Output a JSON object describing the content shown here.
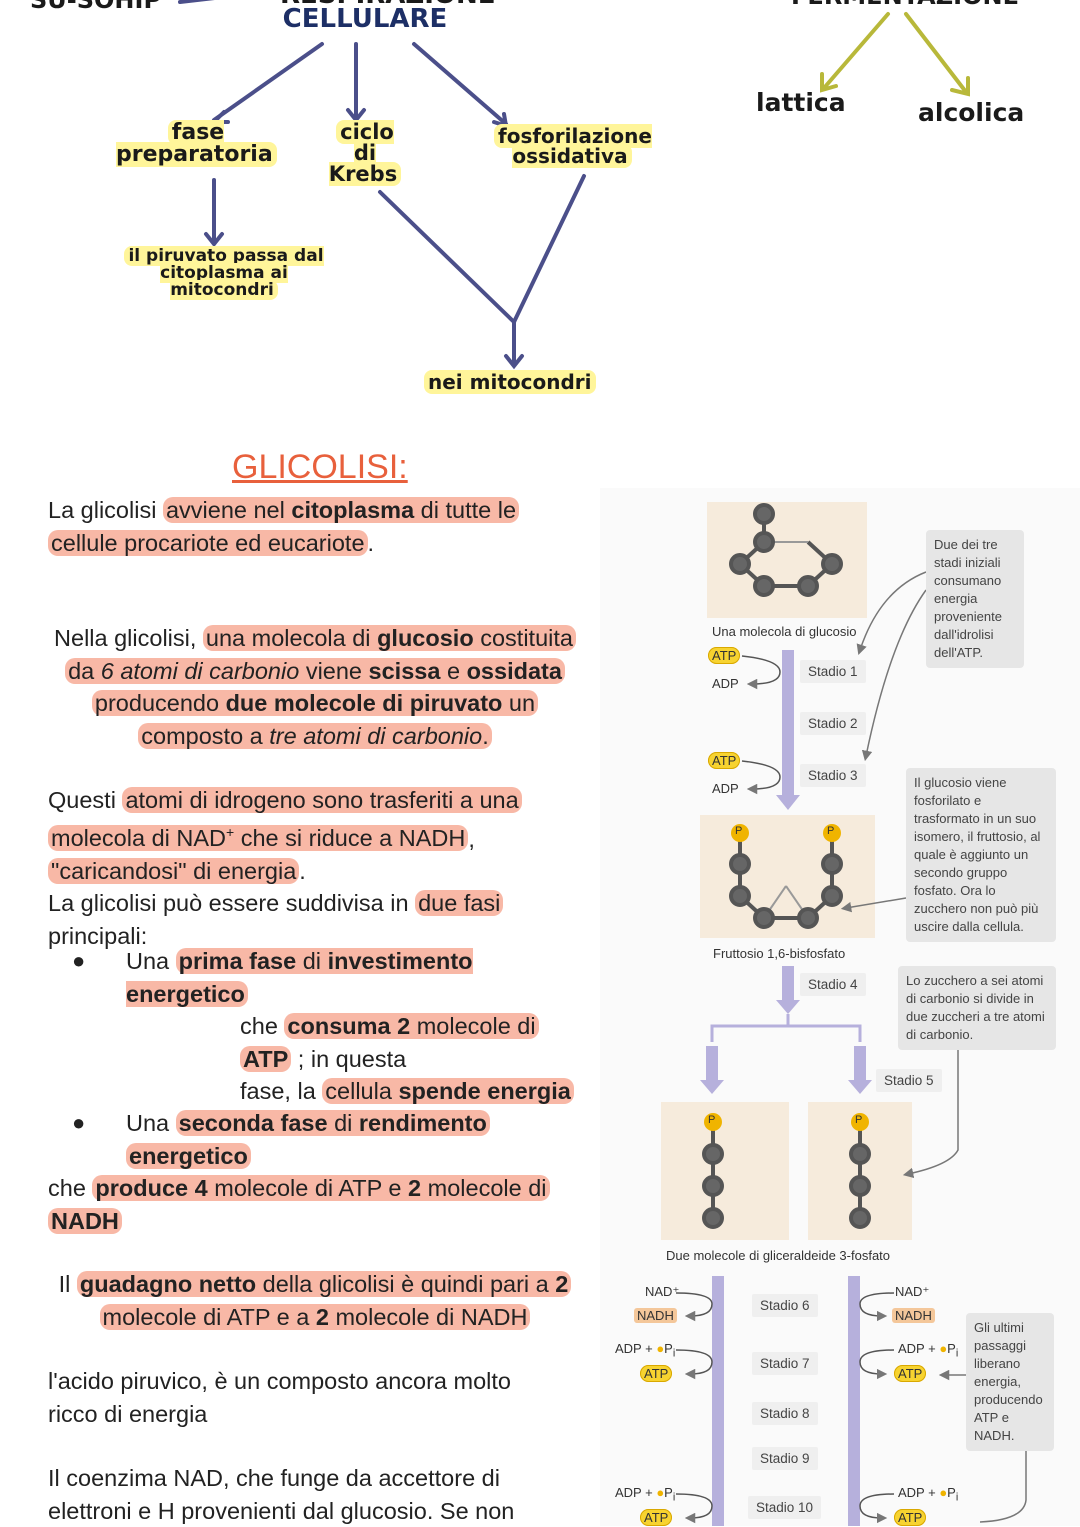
{
  "concept_map": {
    "top_left_cut": "SU-SOHIP",
    "top_center_cut": "RESPIRAZIONE",
    "cellulare": "CELLULARE",
    "top_right_cut": "FERMENTAZIONE",
    "lattica": "lattica",
    "alcolica": "alcolica",
    "fase_preparatoria": "fase preparatoria",
    "ciclo_krebs": "ciclo di Krebs",
    "fosforilazione": "fosforilazione ossidativa",
    "piruvato": "il piruvato passa dal citoplasma ai mitocondri",
    "nei_mitocondri": "nei mitocondri"
  },
  "notes": {
    "title": "GLICOLISI:",
    "p1": [
      "La glicolisi ",
      "avviene nel ",
      "citoplasma",
      " di tutte le",
      "cellule procariote ed eucariote",
      "."
    ],
    "p2": {
      "a": "Nella glicolisi, ",
      "b": "una molecola di ",
      "c": "glucosio",
      "d": " costituita",
      "e": "da ",
      "f": "6 atomi di carbonio",
      "g": " viene ",
      "h": "scissa",
      "i": " e ",
      "j": "ossidata",
      "k": "producendo ",
      "l": "due molecole di piruvato",
      "m": " un",
      "n": "composto a ",
      "o": "tre atomi di carbonio",
      "p": "."
    },
    "p3": {
      "a": "Questi ",
      "b": "atomi di idrogeno sono trasferiti a una",
      "c": "molecola di NAD",
      "sup": "+",
      "d": " che si riduce a NADH",
      "e": ",",
      "f": "\"caricandosi\" di energia",
      "g": ".",
      "h": "La glicolisi può essere suddivisa in ",
      "i": "due fasi",
      "j": "principali:"
    },
    "b1": {
      "a": "Una ",
      "b": "prima fase",
      "c": " di ",
      "d": "investimento energetico",
      "e": "che ",
      "f": "consuma 2",
      "g": " molecole di",
      "h": "ATP",
      "i": " ; in questa",
      "j": "fase, la ",
      "k": "cellula",
      "l": " spende energia"
    },
    "b2": {
      "a": "Una ",
      "b": "seconda fase",
      "c": " di ",
      "d": "rendimento",
      "e": "energetico",
      "f": "che ",
      "g": "produce 4",
      "h": " molecole di ATP e ",
      "i": "2",
      "j": " molecole di",
      "k": "NADH"
    },
    "p4": {
      "a": "Il ",
      "b": "guadagno netto",
      "c": " della glicolisi è quindi pari a ",
      "d": "2",
      "e": "molecole di ATP e a ",
      "f": "2",
      "g": " molecole di NADH"
    },
    "p5": "l'acido piruvico, è un composto ancora molto",
    "p5b": "ricco di energia",
    "p6": "Il coenzima NAD, che funge da accettore di",
    "p6b": "elettroni e H  provenienti dal glucosio. Se non"
  },
  "diagram": {
    "glucose_caption": "Una molecola di glucosio",
    "fructose_caption": "Fruttosio 1,6-bisfosfato",
    "g3p_caption": "Due molecole di gliceraldeide 3-fosfato",
    "stages": [
      "Stadio 1",
      "Stadio 2",
      "Stadio 3",
      "Stadio 4",
      "Stadio 5",
      "Stadio 6",
      "Stadio 7",
      "Stadio 8",
      "Stadio 9",
      "Stadio 10"
    ],
    "atp": "ATP",
    "adp": "ADP",
    "nad": "NAD⁺",
    "nadh": "NADH",
    "adp_p": "ADP + ",
    "pi": "P",
    "pi_sub": "i",
    "phosphate": "P",
    "note1": "Due dei tre stadi iniziali consumano energia proveniente dall'idrolisi dell'ATP.",
    "note2": "Il glucosio viene fosforilato e trasformato in un suo isomero, il fruttosio, al quale è aggiunto un secondo gruppo fosfato. Ora lo zucchero non può più uscire dalla cellula.",
    "note3": "Lo zucchero a sei atomi di carbonio si divide in due zuccheri a tre atomi di carbonio.",
    "note4": "Gli ultimi passaggi liberano energia, producendo ATP e NADH.",
    "colors": {
      "arrow": "#b6b0dc",
      "atp": "#f7d330",
      "phosphate": "#f0b400",
      "box": "#f6ebdc",
      "highlight": "#f8b8a6",
      "title": "#e8603c"
    }
  }
}
